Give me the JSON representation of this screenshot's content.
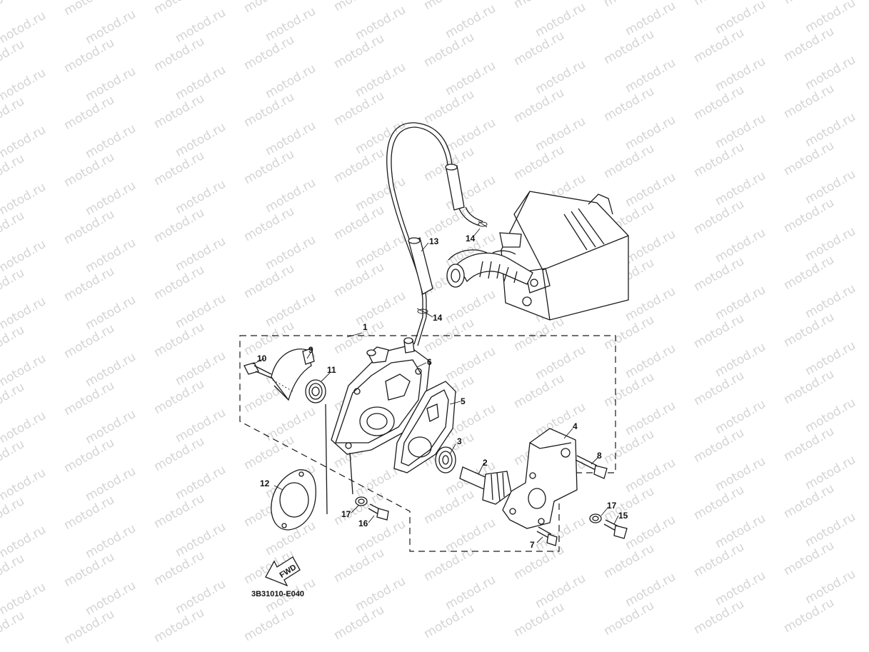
{
  "watermark": "motod.ru",
  "diagram_code": "3B31010-E040",
  "fwd_label": "FWD",
  "callouts": {
    "c1": "1",
    "c2": "2",
    "c3": "3",
    "c4": "4",
    "c5": "5",
    "c6": "6",
    "c7": "7",
    "c8": "8",
    "c9": "9",
    "c10": "10",
    "c11": "11",
    "c12": "12",
    "c13": "13",
    "c14a": "14",
    "c14b": "14",
    "c15": "15",
    "c16": "16",
    "c17a": "17",
    "c17b": "17"
  }
}
